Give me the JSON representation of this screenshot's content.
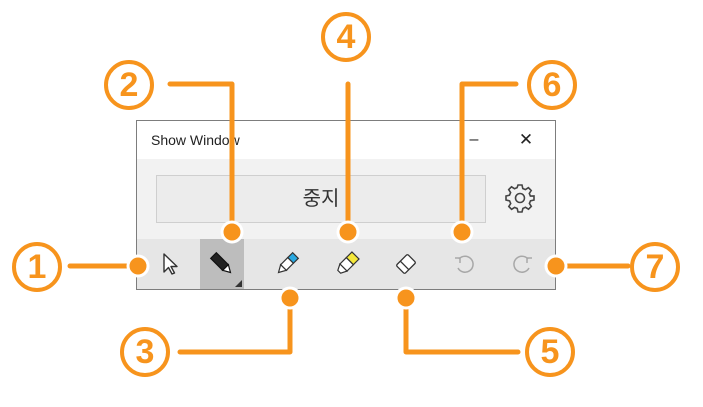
{
  "window": {
    "title": "Show Window",
    "minimize_glyph": "–",
    "close_glyph": "✕",
    "main_button_label": "중지"
  },
  "toolbar": {
    "tools": [
      {
        "name": "select",
        "icon": "cursor-arrow-icon"
      },
      {
        "name": "pen",
        "icon": "pen-icon",
        "active": true
      },
      {
        "name": "blue-pen",
        "icon": "blue-pen-icon"
      },
      {
        "name": "highlighter",
        "icon": "highlighter-icon"
      },
      {
        "name": "eraser",
        "icon": "eraser-icon"
      },
      {
        "name": "undo",
        "icon": "undo-icon"
      },
      {
        "name": "redo",
        "icon": "redo-icon"
      }
    ]
  },
  "annotations": {
    "numbers": [
      "1",
      "2",
      "3",
      "4",
      "5",
      "6",
      "7"
    ],
    "color": "#f7941d"
  }
}
